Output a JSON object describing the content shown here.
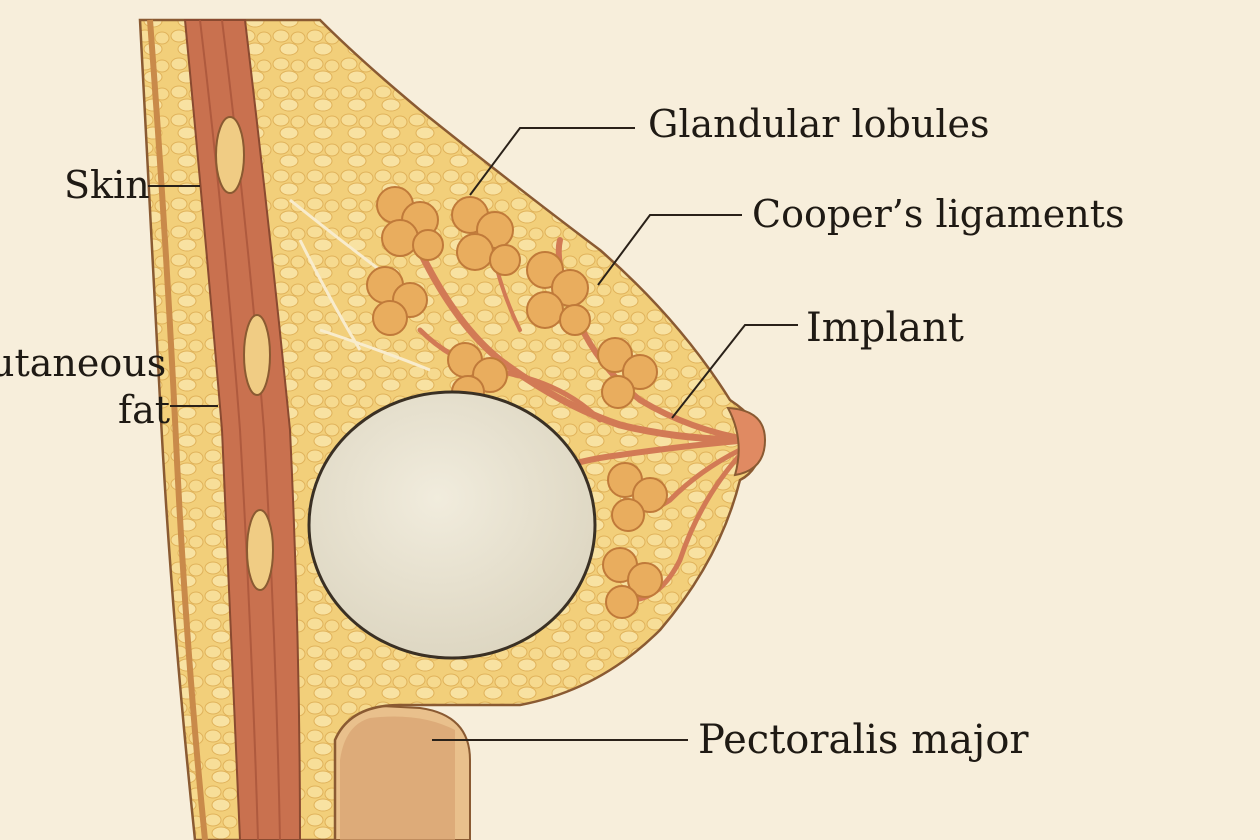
{
  "labels": {
    "skin": "Skin",
    "subcutaneous_line1": "utaneous",
    "subcutaneous_line2": "fat",
    "glandular_lobules": "Glandular lobules",
    "coopers_ligaments": "Cooper’s ligaments",
    "implant": "Implant",
    "pectoralis_major": "Pectoralis major"
  },
  "colors": {
    "background": "#f7eedb",
    "fat": "#f2cf7a",
    "fat_light": "#f6dc95",
    "muscle": "#c9714f",
    "muscle_dark": "#a9553a",
    "lobule": "#e9ad5e",
    "duct": "#d27a55",
    "implant": "#ece7d6",
    "outline": "#8a5a32",
    "leader": "#2a2119"
  }
}
